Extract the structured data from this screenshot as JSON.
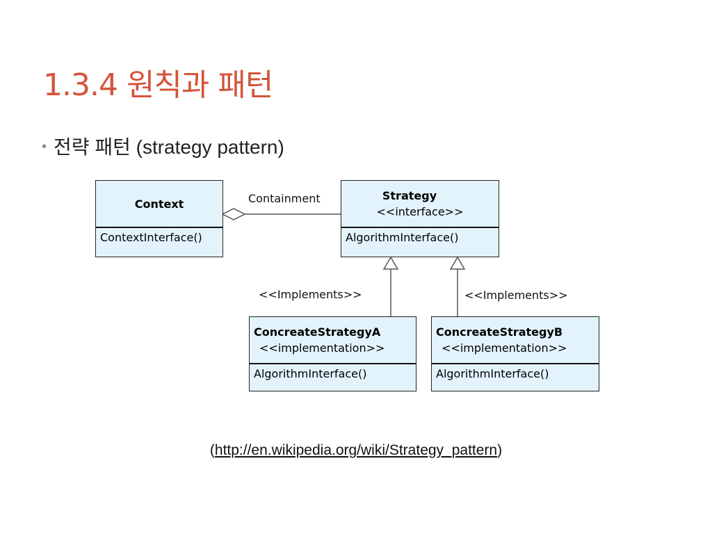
{
  "slide": {
    "title": "1.3.4 원칙과 패턴",
    "bullet": "전략 패턴 (strategy pattern)"
  },
  "diagram": {
    "context": {
      "name": "Context",
      "operation": "ContextInterface()"
    },
    "strategy": {
      "name": "Strategy",
      "stereotype": "<<interface>>",
      "operation": "AlgorithmInterface()"
    },
    "concrete_a": {
      "name": "ConcreateStrategyA",
      "stereotype": "<<implementation>>",
      "operation": "AlgorithmInterface()"
    },
    "concrete_b": {
      "name": "ConcreateStrategyB",
      "stereotype": "<<implementation>>",
      "operation": "AlgorithmInterface()"
    },
    "containment_label": "Containment",
    "implements_label_a": "<<Implements>>",
    "implements_label_b": "<<Implements>>"
  },
  "source": {
    "open": "(",
    "link": "http://en.wikipedia.org/wiki/Strategy_pattern",
    "close": ")"
  }
}
